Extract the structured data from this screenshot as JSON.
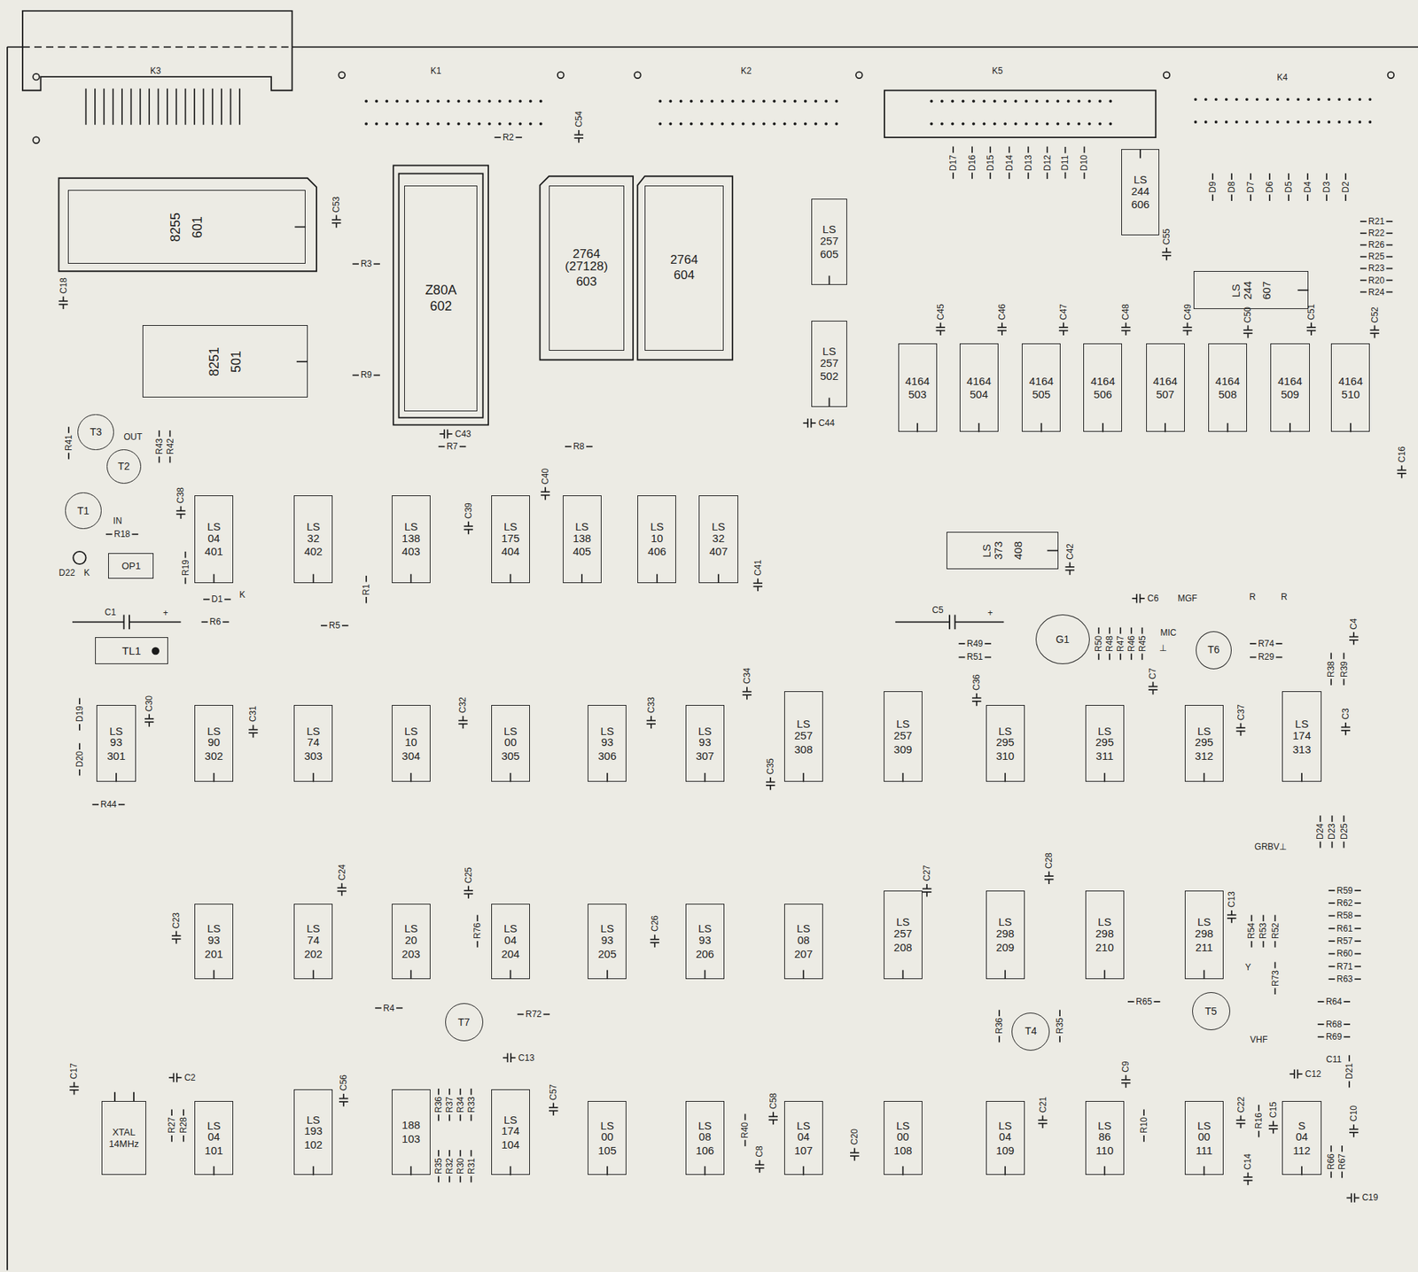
{
  "diagram": {
    "nodes": [
      {
        "text": [
          "8255",
          "601"
        ]
      },
      {
        "text": [
          "Z80A",
          "602"
        ]
      },
      {
        "text": [
          "2764 (27128)",
          "603"
        ]
      },
      {
        "text": [
          "2764",
          "604"
        ]
      },
      {
        "text": [
          "LS 257",
          "605"
        ]
      },
      {
        "text": [
          "LS 244",
          "606"
        ]
      },
      {
        "text": [
          "8251",
          "501"
        ]
      },
      {
        "text": [
          "LS 257",
          "502"
        ]
      },
      {
        "text": [
          "LS 244",
          "607"
        ]
      },
      {
        "text": [
          "4164",
          "503"
        ]
      },
      {
        "text": [
          "4164",
          "504"
        ]
      },
      {
        "text": [
          "4164",
          "505"
        ]
      },
      {
        "text": [
          "4164",
          "506"
        ]
      },
      {
        "text": [
          "4164",
          "507"
        ]
      },
      {
        "text": [
          "4164",
          "508"
        ]
      },
      {
        "text": [
          "4164",
          "509"
        ]
      },
      {
        "text": [
          "4164",
          "510"
        ]
      },
      {
        "text": [
          "T3"
        ]
      },
      {
        "text": [
          "T2"
        ]
      },
      {
        "text": [
          "T1"
        ]
      },
      {
        "text": [
          "LS 04",
          "401"
        ]
      },
      {
        "text": [
          "LS 32",
          "402"
        ]
      },
      {
        "text": [
          "LS 138",
          "403"
        ]
      },
      {
        "text": [
          "LS 175",
          "404"
        ]
      },
      {
        "text": [
          "LS 138",
          "405"
        ]
      },
      {
        "text": [
          "LS 10",
          "406"
        ]
      },
      {
        "text": [
          "LS 32",
          "407"
        ]
      },
      {
        "text": [
          "LS 373",
          "408"
        ]
      },
      {
        "text": [
          "OP1"
        ]
      },
      {
        "text": [
          "G1"
        ]
      },
      {
        "text": [
          "T6"
        ]
      },
      {
        "text": [
          "TL1"
        ]
      },
      {
        "text": [
          "LS 93",
          "301"
        ]
      },
      {
        "text": [
          "LS 90",
          "302"
        ]
      },
      {
        "text": [
          "LS 74",
          "303"
        ]
      },
      {
        "text": [
          "LS 10",
          "304"
        ]
      },
      {
        "text": [
          "LS 00",
          "305"
        ]
      },
      {
        "text": [
          "LS 93",
          "306"
        ]
      },
      {
        "text": [
          "LS 93",
          "307"
        ]
      },
      {
        "text": [
          "LS 257",
          "308"
        ]
      },
      {
        "text": [
          "LS 257",
          "309"
        ]
      },
      {
        "text": [
          "LS 295",
          "310"
        ]
      },
      {
        "text": [
          "LS 295",
          "311"
        ]
      },
      {
        "text": [
          "LS 295",
          "312"
        ]
      },
      {
        "text": [
          "LS 174",
          "313"
        ]
      },
      {
        "text": [
          "LS 93",
          "201"
        ]
      },
      {
        "text": [
          "LS 74",
          "202"
        ]
      },
      {
        "text": [
          "LS 20",
          "203"
        ]
      },
      {
        "text": [
          "LS 04",
          "204"
        ]
      },
      {
        "text": [
          "LS 93",
          "205"
        ]
      },
      {
        "text": [
          "LS 93",
          "206"
        ]
      },
      {
        "text": [
          "LS 08",
          "207"
        ]
      },
      {
        "text": [
          "LS 257",
          "208"
        ]
      },
      {
        "text": [
          "LS 298",
          "209"
        ]
      },
      {
        "text": [
          "LS 298",
          "210"
        ]
      },
      {
        "text": [
          "LS 298",
          "211"
        ]
      },
      {
        "text": [
          "T7"
        ]
      },
      {
        "text": [
          "T5"
        ]
      },
      {
        "text": [
          "T4"
        ]
      },
      {
        "text": [
          "XTAL",
          "14MHz"
        ]
      },
      {
        "text": [
          "LS 04",
          "101"
        ]
      },
      {
        "text": [
          "LS 193",
          "102"
        ]
      },
      {
        "text": [
          "188",
          "103"
        ]
      },
      {
        "text": [
          "LS 174",
          "104"
        ]
      },
      {
        "text": [
          "LS 00",
          "105"
        ]
      },
      {
        "text": [
          "LS 08",
          "106"
        ]
      },
      {
        "text": [
          "LS 04",
          "107"
        ]
      },
      {
        "text": [
          "LS 00",
          "108"
        ]
      },
      {
        "text": [
          "LS 04",
          "109"
        ]
      },
      {
        "text": [
          "LS 86",
          "110"
        ]
      },
      {
        "text": [
          "LS 00",
          "111"
        ]
      },
      {
        "text": [
          "S 04",
          "112"
        ]
      }
    ],
    "labels": [
      "K3",
      "K1",
      "K2",
      "K5",
      "K4",
      "R2",
      "C54",
      "C53",
      "C18",
      "R3",
      "R9",
      "C43",
      "R7",
      "R8",
      "C44",
      "C55",
      "D17",
      "D16",
      "D15",
      "D14",
      "D13",
      "D12",
      "D11",
      "D10",
      "D9",
      "D8",
      "D7",
      "D6",
      "D5",
      "D4",
      "D3",
      "D2",
      "R21",
      "R22",
      "R26",
      "R25",
      "R23",
      "R20",
      "R24",
      "C45",
      "C46",
      "C47",
      "C48",
      "C49",
      "C50",
      "C51",
      "C52",
      "C16",
      "R41",
      "OUT",
      "R43",
      "R42",
      "IN",
      "C38",
      "R18",
      "D22",
      "K",
      "R19",
      "D1",
      "K",
      "C1",
      "+",
      "R6",
      "R5",
      "R1",
      "C39",
      "C40",
      "C41",
      "C5",
      "+",
      "C42",
      "C6",
      "R49",
      "R51",
      "R50",
      "R48",
      "R47",
      "R46",
      "R45",
      "C36",
      "C7",
      "MGF",
      "R",
      "R",
      "MIC",
      "⊥",
      "R74",
      "R29",
      "C4",
      "R38",
      "R39",
      "D19",
      "D20",
      "C30",
      "C31",
      "C32",
      "C33",
      "C34",
      "C37",
      "C3",
      "C35",
      "R44",
      "GRBV⊥",
      "D24",
      "D23",
      "D25",
      "R59",
      "R62",
      "R58",
      "R61",
      "R57",
      "R60",
      "R71",
      "R63",
      "C13",
      "R54",
      "R53",
      "R52",
      "Y",
      "R73",
      "R64",
      "R65",
      "R68",
      "R69",
      "VHF",
      "C11",
      "C12",
      "D21",
      "R36",
      "R35",
      "R4",
      "R72",
      "R76",
      "C23",
      "C24",
      "C25",
      "C26",
      "C27",
      "C28",
      "C17",
      "C2",
      "R27",
      "R28",
      "C56",
      "C13",
      "R36",
      "R37",
      "R34",
      "R33",
      "R35",
      "R32",
      "R30",
      "R31",
      "C57",
      "C58",
      "R40",
      "C8",
      "C20",
      "C21",
      "C9",
      "R10",
      "C22",
      "R16",
      "C15",
      "C14",
      "C10",
      "R66",
      "R67",
      "C19"
    ]
  }
}
